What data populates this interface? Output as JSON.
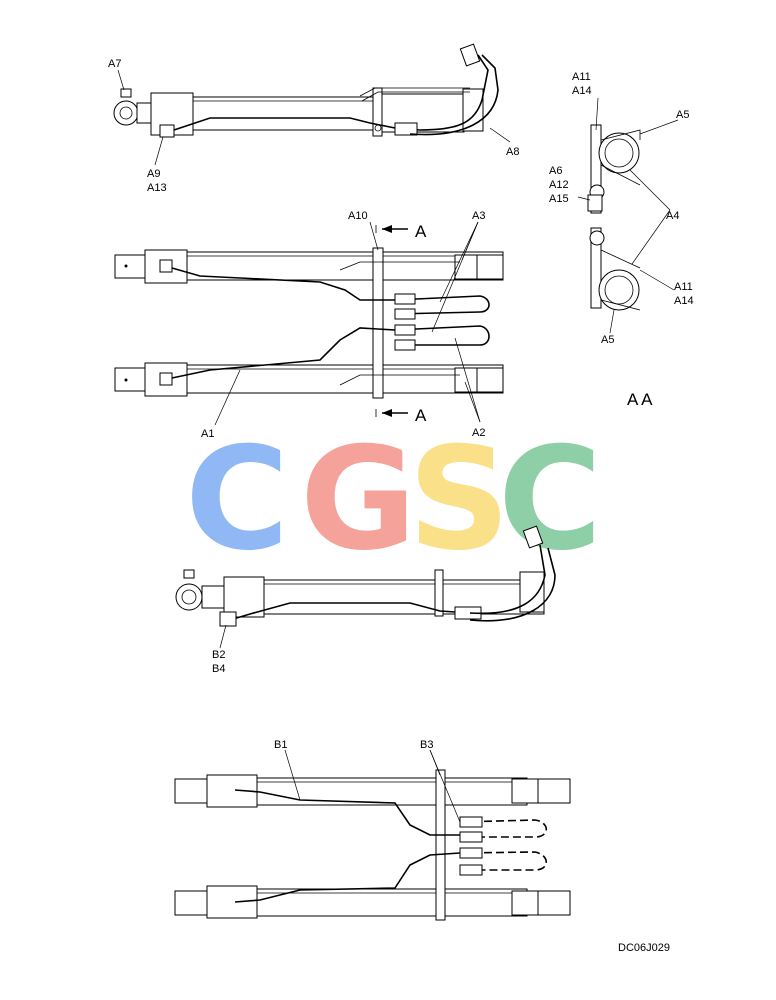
{
  "watermark": {
    "letters": [
      "C",
      "G",
      "S",
      "C"
    ],
    "colors": [
      "#8fb8f5",
      "#f5a29a",
      "#fbe08a",
      "#8fcfa7"
    ]
  },
  "labels": {
    "a7": "A7",
    "a9": "A9",
    "a13": "A13",
    "a8": "A8",
    "a10": "A10",
    "a3": "A3",
    "a1": "A1",
    "a2": "A2",
    "section_top": "A",
    "section_bottom": "A",
    "aa_a11_top": "A11",
    "aa_a14_top": "A14",
    "aa_a5_top": "A5",
    "aa_a6": "A6",
    "aa_a12": "A12",
    "aa_a15": "A15",
    "aa_a4": "A4",
    "aa_a11_bottom": "A11",
    "aa_a14_bottom": "A14",
    "aa_a5_bottom": "A5",
    "aa_view": "A A",
    "b2": "B2",
    "b4": "B4",
    "b1": "B1",
    "b3": "B3"
  },
  "drawing_code": "DC06J029"
}
